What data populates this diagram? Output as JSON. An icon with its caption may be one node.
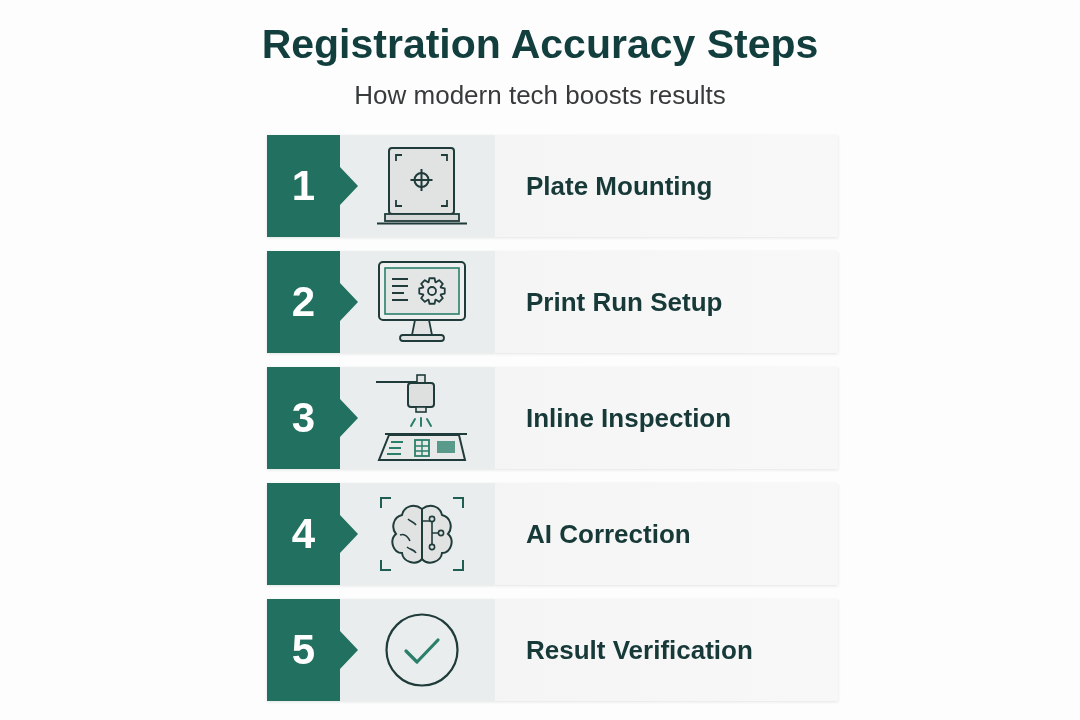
{
  "diagram": {
    "title": "Registration Accuracy Steps",
    "nodes": [
      {
        "text": [
          "Plate Mounting"
        ]
      },
      {
        "text": [
          "1"
        ],
        "in": 0
      },
      {
        "text": [
          "Print Run Setup"
        ]
      },
      {
        "text": [
          "2"
        ],
        "in": 2
      },
      {
        "text": [
          "Inline Inspection"
        ]
      },
      {
        "text": [
          "3"
        ],
        "in": 4
      },
      {
        "text": [
          "AI Correction"
        ]
      },
      {
        "text": [
          "4"
        ],
        "in": 6
      },
      {
        "text": [
          "Result Verification"
        ]
      },
      {
        "text": [
          "5"
        ],
        "in": 8
      }
    ],
    "labels": [
      "How modern tech boosts results"
    ]
  }
}
